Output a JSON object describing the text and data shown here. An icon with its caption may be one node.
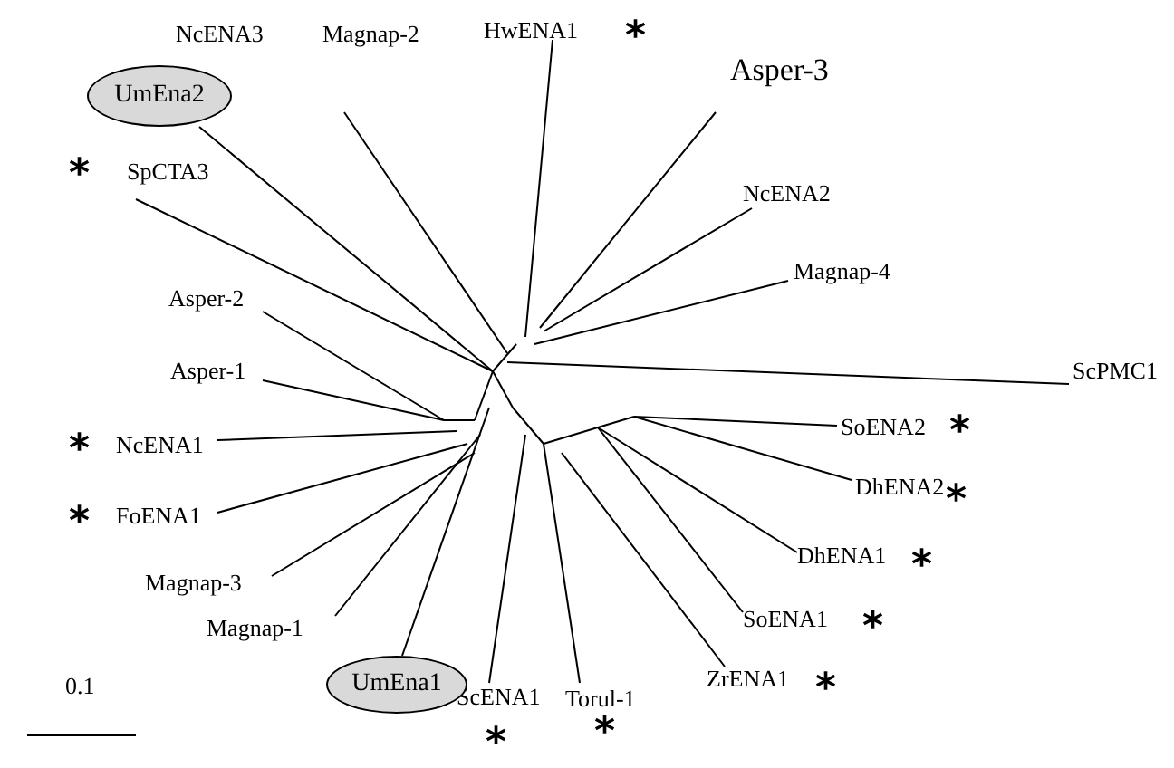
{
  "diagram": {
    "nodes": [
      {
        "text": [
          "UmEna2"
        ]
      },
      {
        "text": [
          "UmEna1"
        ]
      }
    ],
    "labels": [
      "NcENA3",
      "Magnap-2",
      "HwENA1",
      "*",
      "Asper-3",
      "*",
      "SpCTA3",
      "NcENA2",
      "Magnap-4",
      "Asper-2",
      "Asper-1",
      "ScPMC1",
      "SoENA2",
      "*",
      "*",
      "NcENA1",
      "DhENA2",
      "*",
      "*",
      "FoENA1",
      "DhENA1",
      "*",
      "Magnap-3",
      "SoENA1",
      "*",
      "Magnap-1",
      "ZrENA1",
      "*",
      "ScENA1",
      "Torul-1",
      "0.1",
      "*",
      "*"
    ]
  }
}
